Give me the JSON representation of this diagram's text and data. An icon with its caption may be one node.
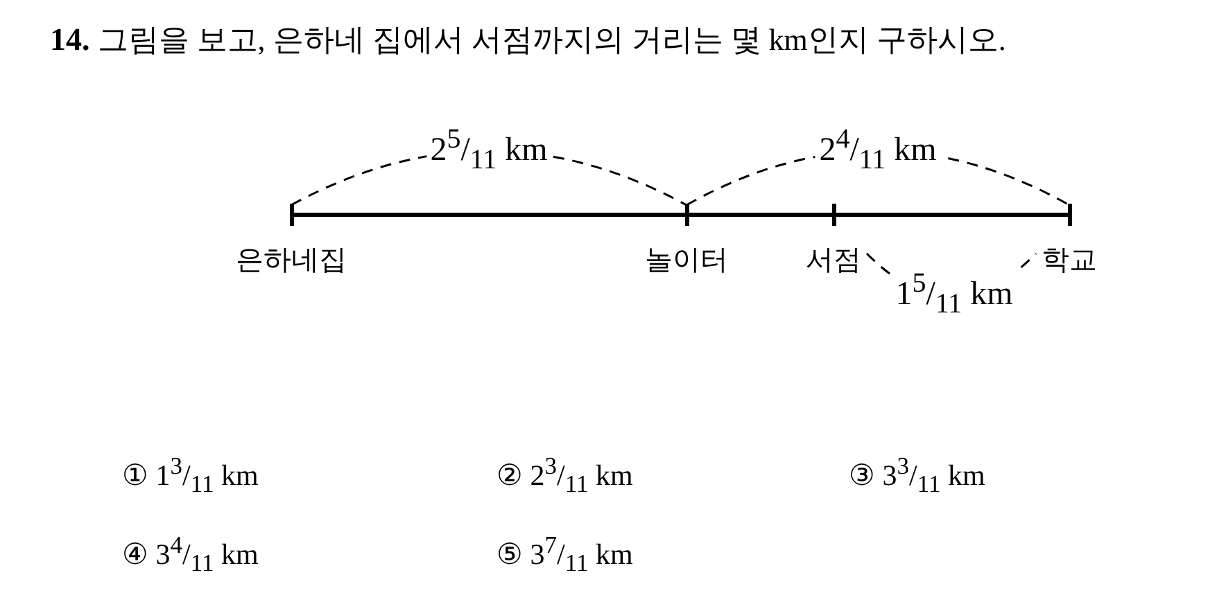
{
  "diagram": {
    "title": "14. 그림을 보고, 은하네 집에서 서점까지의 거리는 몇 km인지 구하시오.",
    "nodes": [
      {
        "text": [
          "은하네집"
        ]
      },
      {
        "text": [
          "놀이터"
        ]
      },
      {
        "text": [
          "서점"
        ]
      },
      {
        "text": [
          "학교"
        ]
      }
    ],
    "edges": [
      {
        "from": 0,
        "to": 1,
        "arrow": "none",
        "style": "thick"
      },
      {
        "from": 1,
        "to": 2,
        "arrow": "none",
        "style": "thick"
      },
      {
        "from": 2,
        "to": 3,
        "arrow": "none",
        "style": "thick"
      },
      {
        "from": 0,
        "to": 1,
        "arrow": "none",
        "style": "dashed",
        "label": "2$^{5}$/$_{11}$ km"
      },
      {
        "from": 1,
        "to": 3,
        "arrow": "none",
        "style": "dashed",
        "label": "2$^{4}$/$_{11}$ km"
      },
      {
        "from": 2,
        "to": 3,
        "arrow": "none",
        "style": "dashed",
        "label": "1$^{5}$/$_{11}$ km"
      }
    ],
    "labels": [
      "① 1$^{3}$/$_{11}$ km",
      "② 2$^{3}$/$_{11}$ km",
      "③ 3$^{3}$/$_{11}$ km",
      "④ 3$^{4}$/$_{11}$ km",
      "⑤ 3$^{7}$/$_{11}$ km"
    ]
  }
}
